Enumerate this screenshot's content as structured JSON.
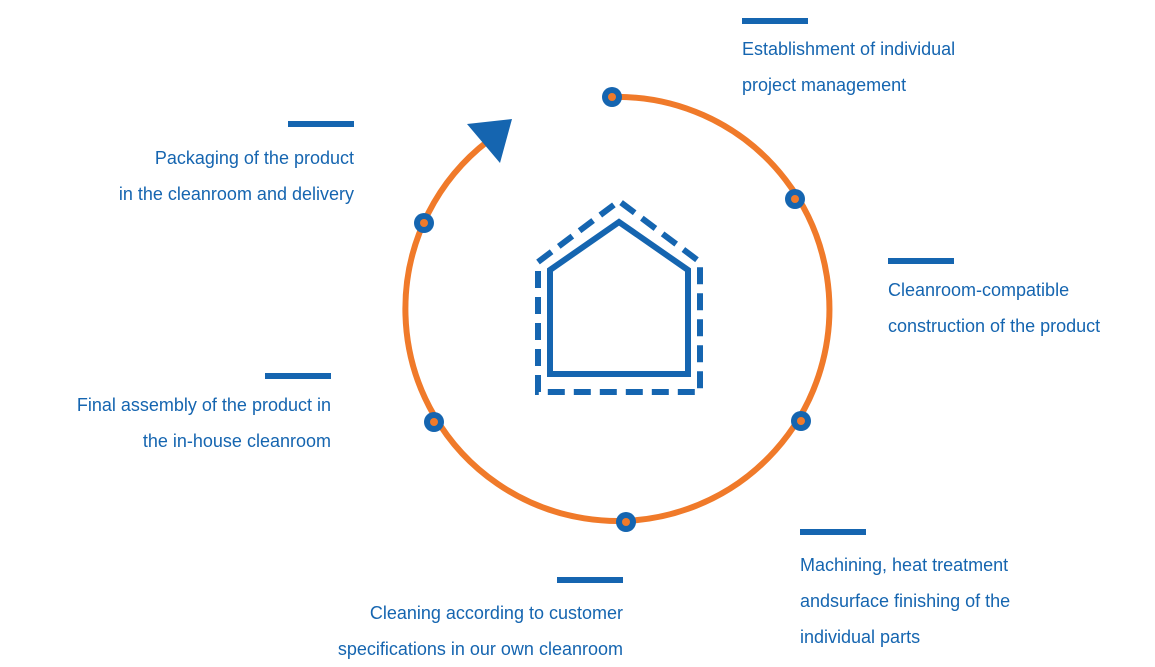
{
  "colors": {
    "blue": "#1565b0",
    "orange": "#f07a2a",
    "background": "#ffffff"
  },
  "icons": {
    "center": "cleanroom-house-icon",
    "direction": "arrowhead-icon"
  },
  "steps": [
    {
      "line1": "Establishment of individual",
      "line2": "project management"
    },
    {
      "line1": "Cleanroom-compatible",
      "line2": "construction of the product"
    },
    {
      "line1": "Machining, heat treatment",
      "line2": "andsurface finishing of the",
      "line3": "individual parts"
    },
    {
      "line1": "Cleaning according to customer",
      "line2": "specifications in our own cleanroom"
    },
    {
      "line1": "Final assembly of the product in",
      "line2": "the in-house cleanroom"
    },
    {
      "line1": "Packaging of the product",
      "line2": "in the cleanroom and delivery"
    }
  ]
}
